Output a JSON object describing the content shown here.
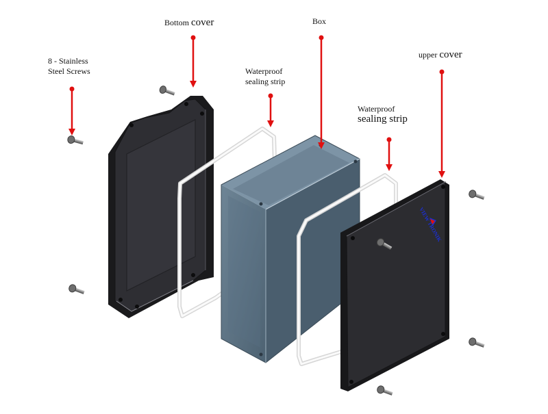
{
  "labels": {
    "screws": {
      "line1": "8 - Stainless",
      "line2": "Steel Screws"
    },
    "bottom_cover": {
      "small": "Bottom",
      "big": "cover"
    },
    "strip_left": {
      "line1": "Waterproof",
      "line2": "sealing  strip"
    },
    "box": "Box",
    "strip_right": {
      "line1": "Waterproof",
      "line2": "sealing strip"
    },
    "upper_cover": {
      "small": "upper",
      "big": "cover"
    }
  },
  "logo_text": "VIEW TRONIK",
  "colors": {
    "arrow": "#e01010",
    "cover_dark": "#1f1f22",
    "cover_face": "#2c2c30",
    "box_face": "#5d7385",
    "box_inner": "#8ea5b6",
    "strip": "#f2f2f2",
    "screw": "#8a8a8a",
    "logo": "#1b2fd0"
  }
}
